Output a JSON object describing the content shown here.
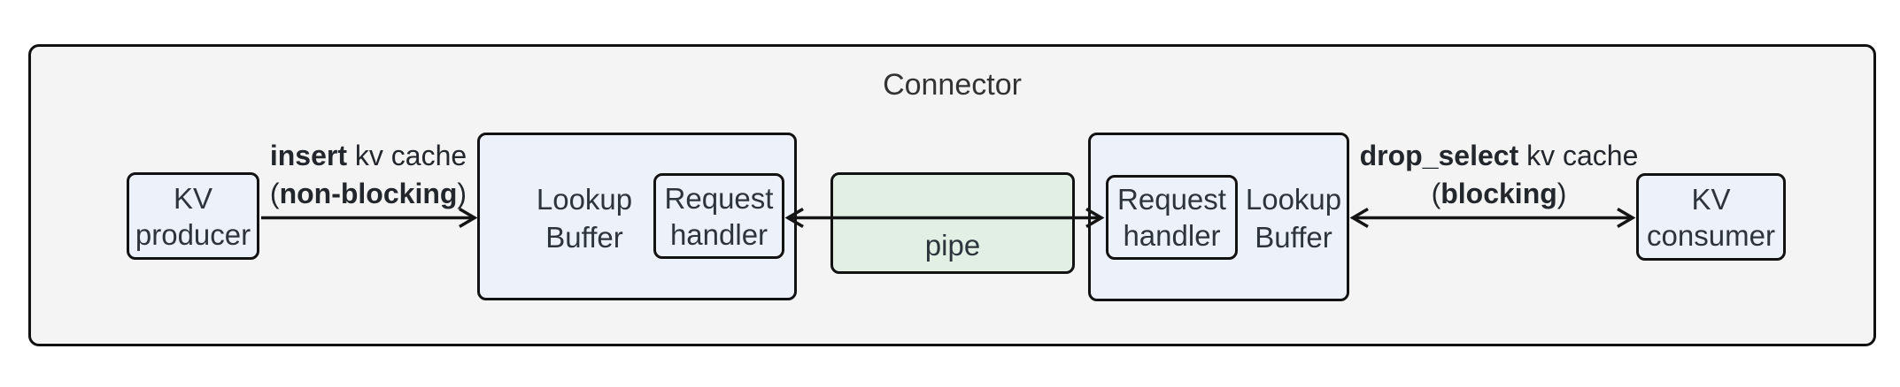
{
  "title": "Connector",
  "colors": {
    "container_fill": "#f4f4f4",
    "node_fill": "#edf1fa",
    "pipe_fill": "#e1efe4",
    "border": "#121212",
    "text": "#2e343c",
    "title_text": "#333333"
  },
  "nodes": {
    "kv_producer": {
      "line1": "KV",
      "line2": "producer"
    },
    "lookup_buffer_left": {
      "line1": "Lookup",
      "line2": "Buffer"
    },
    "request_handler_left": {
      "line1": "Request",
      "line2": "handler"
    },
    "pipe": {
      "label": "pipe"
    },
    "request_handler_right": {
      "line1": "Request",
      "line2": "handler"
    },
    "lookup_buffer_right": {
      "line1": "Lookup",
      "line2": "Buffer"
    },
    "kv_consumer": {
      "line1": "KV",
      "line2": "consumer"
    }
  },
  "edges": {
    "insert": {
      "keyword": "insert",
      "rest": " kv cache",
      "paren_open": "(",
      "mode": "non-blocking",
      "paren_close": ")"
    },
    "drop_select": {
      "keyword": "drop_select",
      "rest": " kv cache",
      "paren_open": "(",
      "mode": "blocking",
      "paren_close": ")"
    }
  }
}
